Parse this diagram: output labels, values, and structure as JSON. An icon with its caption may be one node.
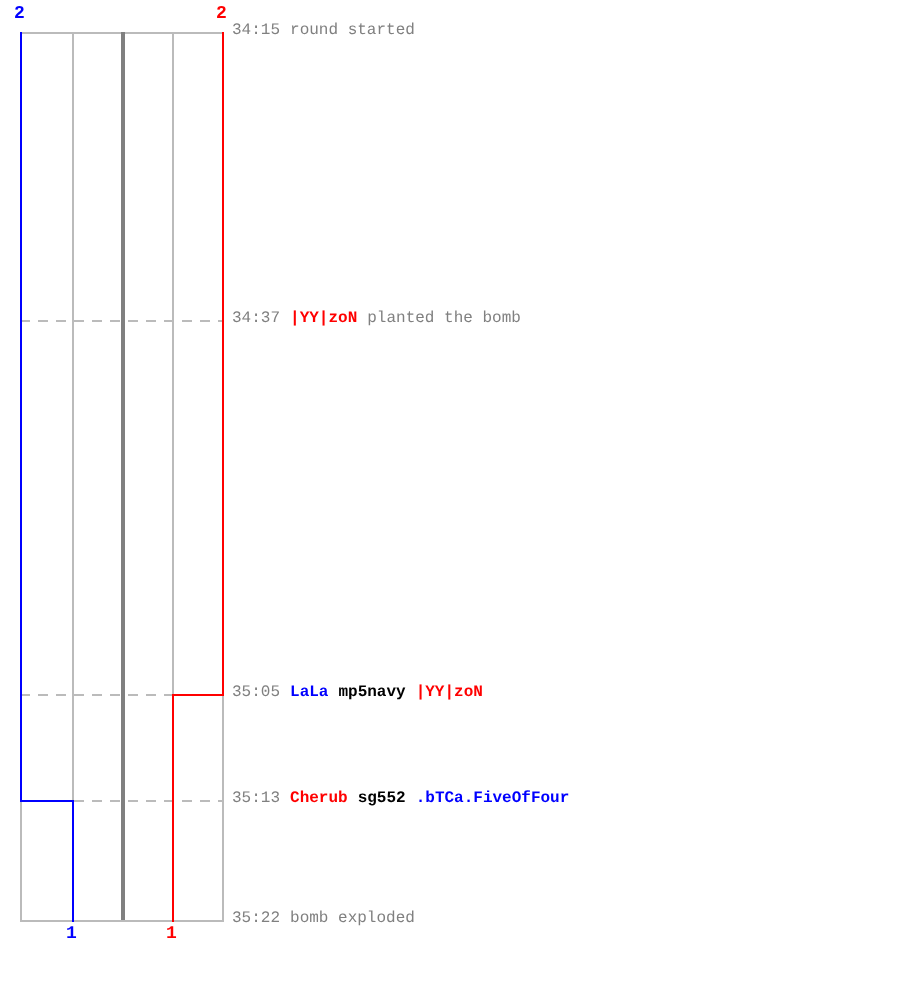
{
  "diagram": {
    "labels": [
      "2",
      "2",
      "34:15",
      "round started",
      "34:37",
      "|YY|zoN",
      "planted the bomb",
      "35:05",
      "LaLa",
      "mp5navy",
      "|YY|zoN",
      "35:13",
      "Cherub",
      "sg552",
      ".bTCa.FiveOfFour",
      "35:22",
      "bomb exploded",
      "1",
      "1"
    ]
  }
}
